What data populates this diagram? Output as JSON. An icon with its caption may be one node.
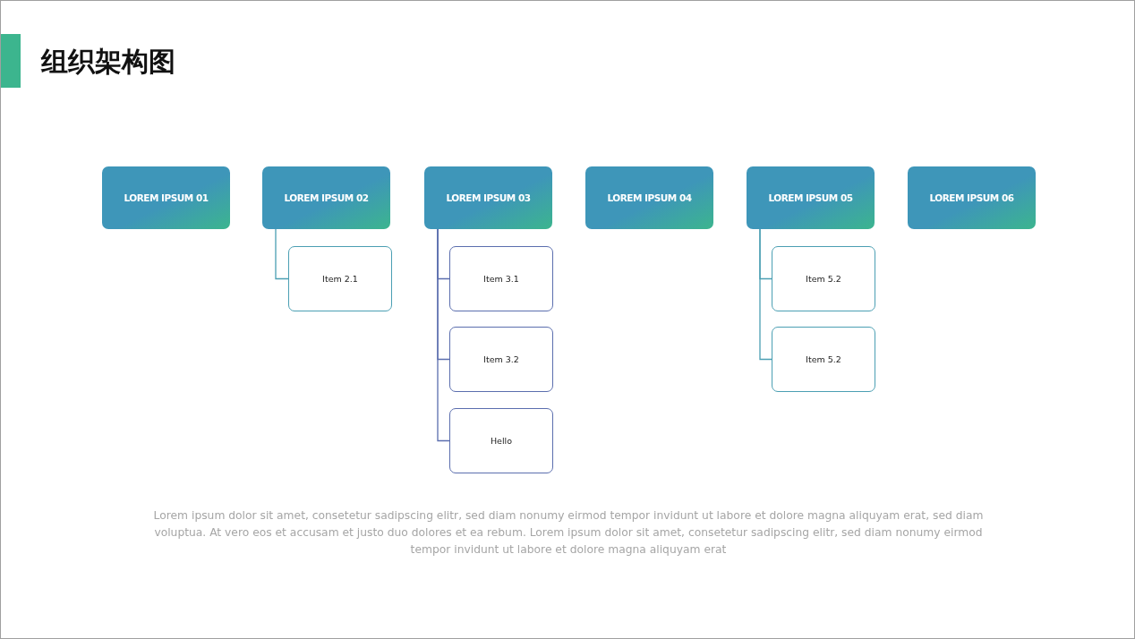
{
  "diagram": {
    "title": "组织架构图",
    "nodes": [
      {
        "text": [
          "LOREM IPSUM 01"
        ]
      },
      {
        "text": [
          "LOREM IPSUM 02"
        ]
      },
      {
        "text": [
          "LOREM IPSUM 03"
        ]
      },
      {
        "text": [
          "LOREM IPSUM 04"
        ]
      },
      {
        "text": [
          "LOREM IPSUM 05"
        ]
      },
      {
        "text": [
          "LOREM IPSUM 06"
        ]
      },
      {
        "text": [
          "Item 2.1"
        ]
      },
      {
        "text": [
          "Item 3.1"
        ]
      },
      {
        "text": [
          "Item 3.2"
        ]
      },
      {
        "text": [
          "Hello"
        ]
      },
      {
        "text": [
          "Item 5.2"
        ]
      },
      {
        "text": [
          "Item 5.2"
        ]
      }
    ],
    "edges": [
      {
        "from": 1,
        "to": 6,
        "arrow": "none"
      },
      {
        "from": 2,
        "to": 7,
        "arrow": "none",
        "color": "#5b6eae"
      },
      {
        "from": 2,
        "to": 8,
        "arrow": "none",
        "color": "#5b6eae"
      },
      {
        "from": 2,
        "to": 9,
        "arrow": "none",
        "color": "#5b6eae"
      },
      {
        "from": 4,
        "to": 10,
        "arrow": "none"
      },
      {
        "from": 4,
        "to": 11,
        "arrow": "none"
      }
    ],
    "labels": [
      "Lorem ipsum dolor sit amet, consetetur sadipscing elitr, sed diam nonumy eirmod tempor invidunt ut labore et dolore magna aliquyam erat, sed diam voluptua. At vero eos et accusam et justo duo dolores et ea rebum. Lorem ipsum dolor sit amet, consetetur sadipscing elitr, sed diam nonumy eirmod tempor invidunt ut labore et dolore magna aliquyam erat"
    ]
  }
}
